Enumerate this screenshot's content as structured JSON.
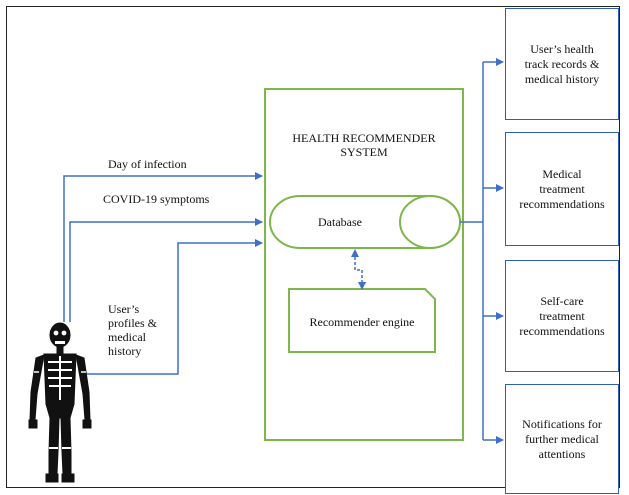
{
  "system": {
    "title_line1": "HEALTH RECOMMENDER",
    "title_line2": "SYSTEM",
    "database_label": "Database",
    "engine_label": "Recommender engine"
  },
  "inputs": {
    "day_of_infection": "Day of infection",
    "covid_symptoms": "COVID-19 symptoms",
    "profile_line1": "User’s",
    "profile_line2": "profiles &",
    "profile_line3": "medical",
    "profile_line4": "history"
  },
  "outputs": [
    {
      "line1": "User’s health",
      "line2": "track records &",
      "line3": "medical history"
    },
    {
      "line1": "Medical",
      "line2": "treatment",
      "line3": "recommendations"
    },
    {
      "line1": "Self-care",
      "line2": "treatment",
      "line3": "recommendations"
    },
    {
      "line1": "Notifications for",
      "line2": "further medical",
      "line3": "attentions"
    }
  ],
  "colors": {
    "system_border": "#7db64a",
    "arrow": "#3e70c9",
    "output_border": "#2f5fb3"
  },
  "icons": {
    "user": "human-skeleton-icon"
  }
}
